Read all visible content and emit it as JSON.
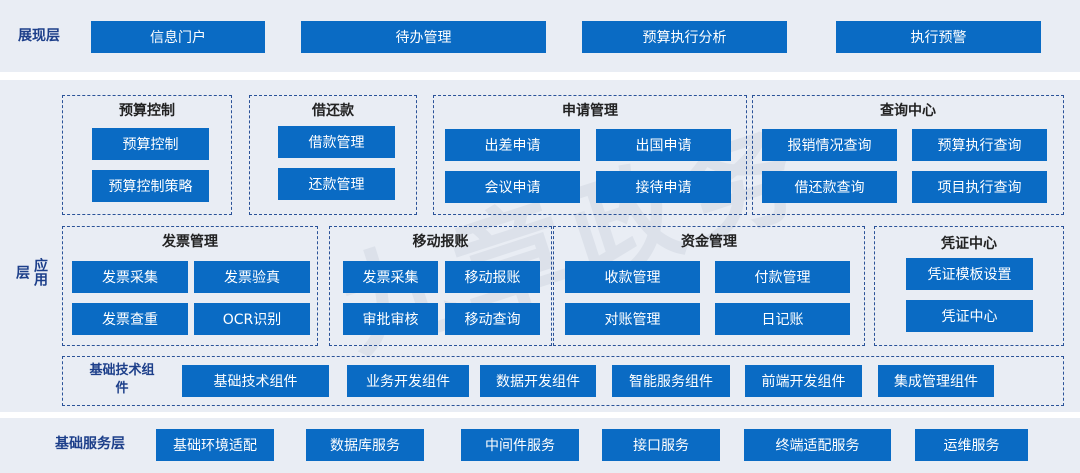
{
  "layers": {
    "presentation": {
      "label": "展现层",
      "items": [
        "信息门户",
        "待办管理",
        "预算执行分析",
        "执行预警"
      ]
    },
    "application": {
      "label": "应用层",
      "groups": {
        "budget": {
          "title": "预算控制",
          "items": [
            "预算控制",
            "预算控制策略"
          ]
        },
        "loan": {
          "title": "借还款",
          "items": [
            "借款管理",
            "还款管理"
          ]
        },
        "apply": {
          "title": "申请管理",
          "items": [
            "出差申请",
            "出国申请",
            "会议申请",
            "接待申请"
          ]
        },
        "query": {
          "title": "查询中心",
          "items": [
            "报销情况查询",
            "预算执行查询",
            "借还款查询",
            "项目执行查询"
          ]
        },
        "invoice": {
          "title": "发票管理",
          "items": [
            "发票采集",
            "发票验真",
            "发票查重",
            "OCR识别"
          ]
        },
        "mobile": {
          "title": "移动报账",
          "items": [
            "发票采集",
            "移动报账",
            "审批审核",
            "移动查询"
          ]
        },
        "fund": {
          "title": "资金管理",
          "items": [
            "收款管理",
            "付款管理",
            "对账管理",
            "日记账"
          ]
        },
        "voucher": {
          "title": "凭证中心",
          "items": [
            "凭证模板设置",
            "凭证中心"
          ]
        },
        "base": {
          "title": "基础技术组件",
          "items": [
            "基础技术组件",
            "业务开发组件",
            "数据开发组件",
            "智能服务组件",
            "前端开发组件",
            "集成管理组件"
          ]
        }
      }
    },
    "infrastructure": {
      "label": "基础服务层",
      "items": [
        "基础环境适配",
        "数据库服务",
        "中间件服务",
        "接口服务",
        "终端适配服务",
        "运维服务"
      ]
    }
  },
  "colors": {
    "button": "#0a6bc4",
    "band": "#e9edf4",
    "border": "#2a5298",
    "label": "#1d3f8a"
  }
}
